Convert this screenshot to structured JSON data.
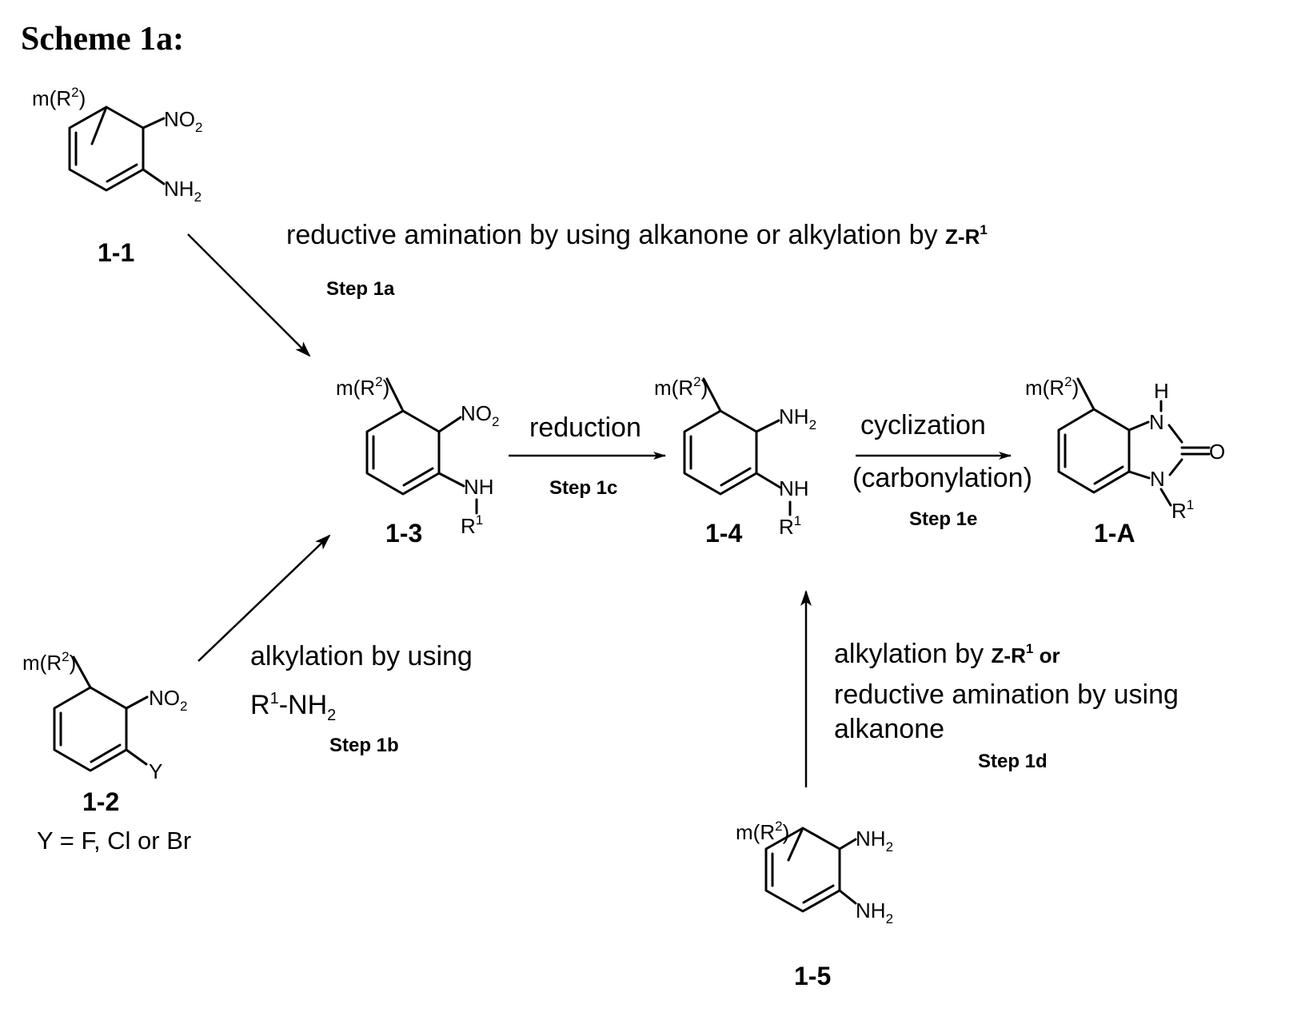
{
  "title": "Scheme 1a:",
  "substituent": "m(R",
  "compounds": {
    "c11": {
      "label": "1-1",
      "top_group": "NO",
      "bottom_group": "NH"
    },
    "c12": {
      "label": "1-2",
      "top_group": "NO",
      "bottom_group": "Y",
      "note": "Y = F, Cl or Br"
    },
    "c13": {
      "label": "1-3",
      "top_group": "NO",
      "bottom_group": "NH",
      "r_group": "R"
    },
    "c14": {
      "label": "1-4",
      "top_group": "NH",
      "bottom_group": "NH",
      "r_group": "R"
    },
    "c15": {
      "label": "1-5",
      "top_group": "NH",
      "bottom_group": "NH"
    },
    "c1A": {
      "label": "1-A",
      "h_atom": "H",
      "n_atom": "N",
      "o_atom": "O",
      "r_group": "R"
    }
  },
  "steps": {
    "s1a": {
      "line1": "reductive amination by using alkanone or alkylation by ",
      "zr": "Z-R",
      "step": "Step 1a"
    },
    "s1b": {
      "line1": "alkylation by using",
      "line2_a": "R",
      "line2_b": "-NH",
      "step": "Step 1b"
    },
    "s1c": {
      "line1": "reduction",
      "step": "Step 1c"
    },
    "s1d": {
      "line1": "alkylation by ",
      "zr": "Z-R",
      "or_word": " or",
      "line2": "reductive amination by using",
      "line3": "alkanone",
      "step": "Step 1d"
    },
    "s1e": {
      "line1": "cyclization",
      "line2": "(carbonylation)",
      "step": "Step 1e"
    }
  }
}
